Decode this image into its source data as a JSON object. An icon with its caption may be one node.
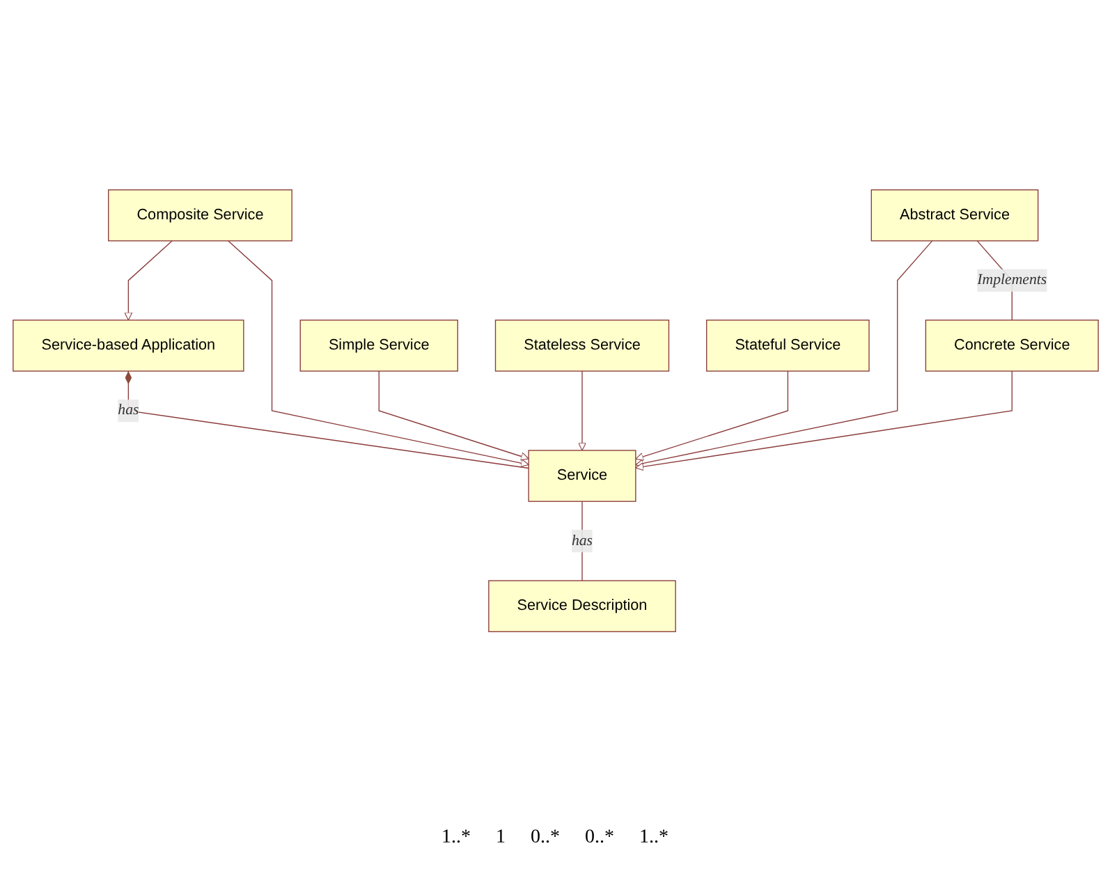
{
  "diagram": {
    "nodes": [
      {
        "text": [
          "Service-based Application"
        ]
      },
      {
        "text": [
          "Composite Service"
        ]
      },
      {
        "text": [
          "Simple Service"
        ]
      },
      {
        "text": [
          "Stateless Service"
        ]
      },
      {
        "text": [
          "Stateful Service"
        ]
      },
      {
        "text": [
          "Service"
        ]
      },
      {
        "text": [
          "Abstract Service"
        ]
      },
      {
        "text": [
          "Concrete Service"
        ]
      },
      {
        "text": [
          "Service Description"
        ]
      }
    ],
    "edges": [
      {
        "from": 1,
        "to": 0,
        "arrow": "to"
      },
      {
        "from": 0,
        "to": 5,
        "arrow": "other",
        "label": "has"
      },
      {
        "from": 1,
        "to": 5,
        "arrow": "to"
      },
      {
        "from": 2,
        "to": 5,
        "arrow": "to"
      },
      {
        "from": 3,
        "to": 5,
        "arrow": "to"
      },
      {
        "from": 4,
        "to": 5,
        "arrow": "to"
      },
      {
        "from": 6,
        "to": 5,
        "arrow": "to"
      },
      {
        "from": 6,
        "to": 7,
        "arrow": "none",
        "label": "Implements"
      },
      {
        "from": 7,
        "to": 5,
        "arrow": "to"
      },
      {
        "from": 5,
        "to": 8,
        "arrow": "none",
        "label": "has"
      }
    ],
    "labels": [
      "1..*",
      "1",
      "0..*",
      "0..*",
      "1..*"
    ]
  }
}
